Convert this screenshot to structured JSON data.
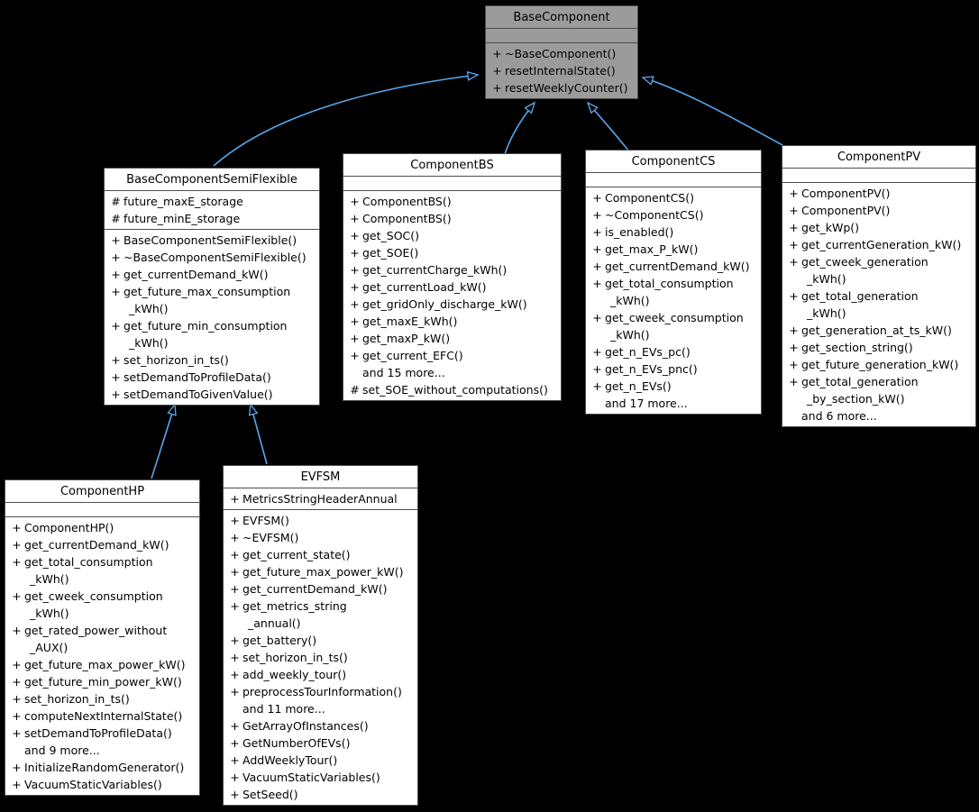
{
  "diagram": {
    "type": "uml-class-inheritance",
    "background": "#000000",
    "colors": {
      "edge": "#58a8ee",
      "box_fill": "#ffffff",
      "box_border": "#4d4d4d",
      "highlight_fill": "#9b9b9b",
      "text": "#000000"
    },
    "classes": [
      {
        "name": "BaseComponent",
        "highlighted": true,
        "attributes": [],
        "methods": [
          {
            "vis": "+",
            "lines": [
              "~BaseComponent()"
            ]
          },
          {
            "vis": "+",
            "lines": [
              "resetInternalState()"
            ]
          },
          {
            "vis": "+",
            "lines": [
              "resetWeeklyCounter()"
            ]
          }
        ]
      },
      {
        "name": "BaseComponentSemiFlexible",
        "highlighted": false,
        "attributes": [
          {
            "vis": "#",
            "lines": [
              "future_maxE_storage"
            ]
          },
          {
            "vis": "#",
            "lines": [
              "future_minE_storage"
            ]
          }
        ],
        "methods": [
          {
            "vis": "+",
            "lines": [
              "BaseComponentSemiFlexible()"
            ]
          },
          {
            "vis": "+",
            "lines": [
              "~BaseComponentSemiFlexible()"
            ]
          },
          {
            "vis": "+",
            "lines": [
              "get_currentDemand_kW()"
            ]
          },
          {
            "vis": "+",
            "lines": [
              "get_future_max_consumption",
              "_kWh()"
            ]
          },
          {
            "vis": "+",
            "lines": [
              "get_future_min_consumption",
              "_kWh()"
            ]
          },
          {
            "vis": "+",
            "lines": [
              "set_horizon_in_ts()"
            ]
          },
          {
            "vis": "+",
            "lines": [
              "setDemandToProfileData()"
            ]
          },
          {
            "vis": "+",
            "lines": [
              "setDemandToGivenValue()"
            ]
          }
        ]
      },
      {
        "name": "ComponentBS",
        "highlighted": false,
        "attributes": [],
        "methods": [
          {
            "vis": "+",
            "lines": [
              "ComponentBS()"
            ]
          },
          {
            "vis": "+",
            "lines": [
              "ComponentBS()"
            ]
          },
          {
            "vis": "+",
            "lines": [
              "get_SOC()"
            ]
          },
          {
            "vis": "+",
            "lines": [
              "get_SOE()"
            ]
          },
          {
            "vis": "+",
            "lines": [
              "get_currentCharge_kWh()"
            ]
          },
          {
            "vis": "+",
            "lines": [
              "get_currentLoad_kW()"
            ]
          },
          {
            "vis": "+",
            "lines": [
              "get_gridOnly_discharge_kW()"
            ]
          },
          {
            "vis": "+",
            "lines": [
              "get_maxE_kWh()"
            ]
          },
          {
            "vis": "+",
            "lines": [
              "get_maxP_kW()"
            ]
          },
          {
            "vis": "+",
            "lines": [
              "get_current_EFC()"
            ]
          },
          {
            "vis": "",
            "lines": [
              "and 15 more..."
            ]
          },
          {
            "vis": "#",
            "lines": [
              "set_SOE_without_computations()"
            ]
          }
        ]
      },
      {
        "name": "ComponentCS",
        "highlighted": false,
        "attributes": [],
        "methods": [
          {
            "vis": "+",
            "lines": [
              "ComponentCS()"
            ]
          },
          {
            "vis": "+",
            "lines": [
              "~ComponentCS()"
            ]
          },
          {
            "vis": "+",
            "lines": [
              "is_enabled()"
            ]
          },
          {
            "vis": "+",
            "lines": [
              "get_max_P_kW()"
            ]
          },
          {
            "vis": "+",
            "lines": [
              "get_currentDemand_kW()"
            ]
          },
          {
            "vis": "+",
            "lines": [
              "get_total_consumption",
              "_kWh()"
            ]
          },
          {
            "vis": "+",
            "lines": [
              "get_cweek_consumption",
              "_kWh()"
            ]
          },
          {
            "vis": "+",
            "lines": [
              "get_n_EVs_pc()"
            ]
          },
          {
            "vis": "+",
            "lines": [
              "get_n_EVs_pnc()"
            ]
          },
          {
            "vis": "+",
            "lines": [
              "get_n_EVs()"
            ]
          },
          {
            "vis": "",
            "lines": [
              "and 17 more..."
            ]
          }
        ]
      },
      {
        "name": "ComponentPV",
        "highlighted": false,
        "attributes": [],
        "methods": [
          {
            "vis": "+",
            "lines": [
              "ComponentPV()"
            ]
          },
          {
            "vis": "+",
            "lines": [
              "ComponentPV()"
            ]
          },
          {
            "vis": "+",
            "lines": [
              "get_kWp()"
            ]
          },
          {
            "vis": "+",
            "lines": [
              "get_currentGeneration_kW()"
            ]
          },
          {
            "vis": "+",
            "lines": [
              "get_cweek_generation",
              "_kWh()"
            ]
          },
          {
            "vis": "+",
            "lines": [
              "get_total_generation",
              "_kWh()"
            ]
          },
          {
            "vis": "+",
            "lines": [
              "get_generation_at_ts_kW()"
            ]
          },
          {
            "vis": "+",
            "lines": [
              "get_section_string()"
            ]
          },
          {
            "vis": "+",
            "lines": [
              "get_future_generation_kW()"
            ]
          },
          {
            "vis": "+",
            "lines": [
              "get_total_generation",
              "_by_section_kW()"
            ]
          },
          {
            "vis": "",
            "lines": [
              "and 6 more..."
            ]
          }
        ]
      },
      {
        "name": "ComponentHP",
        "highlighted": false,
        "attributes": [],
        "methods": [
          {
            "vis": "+",
            "lines": [
              "ComponentHP()"
            ]
          },
          {
            "vis": "+",
            "lines": [
              "get_currentDemand_kW()"
            ]
          },
          {
            "vis": "+",
            "lines": [
              "get_total_consumption",
              "_kWh()"
            ]
          },
          {
            "vis": "+",
            "lines": [
              "get_cweek_consumption",
              "_kWh()"
            ]
          },
          {
            "vis": "+",
            "lines": [
              "get_rated_power_without",
              "_AUX()"
            ]
          },
          {
            "vis": "+",
            "lines": [
              "get_future_max_power_kW()"
            ]
          },
          {
            "vis": "+",
            "lines": [
              "get_future_min_power_kW()"
            ]
          },
          {
            "vis": "+",
            "lines": [
              "set_horizon_in_ts()"
            ]
          },
          {
            "vis": "+",
            "lines": [
              "computeNextInternalState()"
            ]
          },
          {
            "vis": "+",
            "lines": [
              "setDemandToProfileData()"
            ]
          },
          {
            "vis": "",
            "lines": [
              "and 9 more..."
            ]
          },
          {
            "vis": "+",
            "lines": [
              "InitializeRandomGenerator()"
            ]
          },
          {
            "vis": "+",
            "lines": [
              "VacuumStaticVariables()"
            ]
          }
        ]
      },
      {
        "name": "EVFSM",
        "highlighted": false,
        "attributes": [
          {
            "vis": "+",
            "lines": [
              "MetricsStringHeaderAnnual"
            ]
          }
        ],
        "methods": [
          {
            "vis": "+",
            "lines": [
              "EVFSM()"
            ]
          },
          {
            "vis": "+",
            "lines": [
              "~EVFSM()"
            ]
          },
          {
            "vis": "+",
            "lines": [
              "get_current_state()"
            ]
          },
          {
            "vis": "+",
            "lines": [
              "get_future_max_power_kW()"
            ]
          },
          {
            "vis": "+",
            "lines": [
              "get_currentDemand_kW()"
            ]
          },
          {
            "vis": "+",
            "lines": [
              "get_metrics_string",
              "_annual()"
            ]
          },
          {
            "vis": "+",
            "lines": [
              "get_battery()"
            ]
          },
          {
            "vis": "+",
            "lines": [
              "set_horizon_in_ts()"
            ]
          },
          {
            "vis": "+",
            "lines": [
              "add_weekly_tour()"
            ]
          },
          {
            "vis": "+",
            "lines": [
              "preprocessTourInformation()"
            ]
          },
          {
            "vis": "",
            "lines": [
              "and 11 more..."
            ]
          },
          {
            "vis": "+",
            "lines": [
              "GetArrayOfInstances()"
            ]
          },
          {
            "vis": "+",
            "lines": [
              "GetNumberOfEVs()"
            ]
          },
          {
            "vis": "+",
            "lines": [
              "AddWeeklyTour()"
            ]
          },
          {
            "vis": "+",
            "lines": [
              "VacuumStaticVariables()"
            ]
          },
          {
            "vis": "+",
            "lines": [
              "SetSeed()"
            ]
          }
        ]
      }
    ],
    "relations": [
      {
        "from": "BaseComponentSemiFlexible",
        "to": "BaseComponent",
        "type": "inheritance"
      },
      {
        "from": "ComponentBS",
        "to": "BaseComponent",
        "type": "inheritance"
      },
      {
        "from": "ComponentCS",
        "to": "BaseComponent",
        "type": "inheritance"
      },
      {
        "from": "ComponentPV",
        "to": "BaseComponent",
        "type": "inheritance"
      },
      {
        "from": "ComponentHP",
        "to": "BaseComponentSemiFlexible",
        "type": "inheritance"
      },
      {
        "from": "EVFSM",
        "to": "BaseComponentSemiFlexible",
        "type": "inheritance"
      }
    ]
  }
}
